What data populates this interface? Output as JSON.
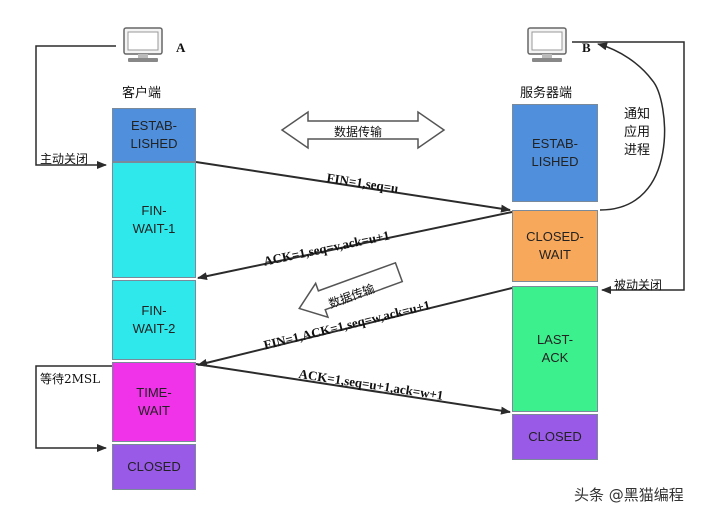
{
  "client": {
    "letter": "A",
    "label": "客户端",
    "states": [
      "ESTAB-\nLISHED",
      "FIN-\nWAIT-1",
      "FIN-\nWAIT-2",
      "TIME-\nWAIT",
      "CLOSED"
    ],
    "active_close": "主动关闭",
    "wait_2msl": "等待2MSL"
  },
  "server": {
    "letter": "B",
    "label": "服务器端",
    "states": [
      "ESTAB-\nLISHED",
      "CLOSED-\nWAIT",
      "LAST-\nACK",
      "CLOSED"
    ],
    "notify_app": "通知\n应用\n进程",
    "passive_close": "被动关闭"
  },
  "messages": [
    "FIN=1,seq=u",
    "ACK=1,seq=v,ack=u+1",
    "FIN=1,ACK=1,seq=w,ack=u+1",
    "ACK=1,seq=u+1,ack=w+1"
  ],
  "data_transfer": [
    "数据传输",
    "数据传输"
  ],
  "watermark": "头条 @黑猫编程",
  "colors": {
    "established": "#4f8fdc",
    "fin_wait": "#2ee8ec",
    "time_wait": "#f032e8",
    "closed": "#9a5ae8",
    "closed_wait": "#f7a85a",
    "last_ack": "#3cf08e",
    "line": "#2b2b2b",
    "hollow_arrow": "#555555"
  }
}
